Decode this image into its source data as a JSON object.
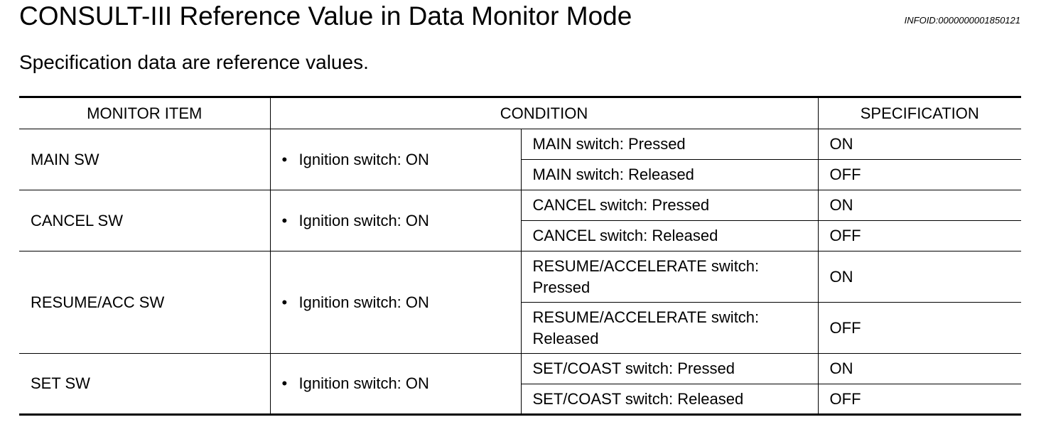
{
  "header": {
    "title": "CONSULT-III Reference Value in Data Monitor Mode",
    "infoid": "INFOID:0000000001850121",
    "subtitle": "Specification data are reference values."
  },
  "table": {
    "columns": {
      "monitor_item": "MONITOR ITEM",
      "condition": "CONDITION",
      "specification": "SPECIFICATION"
    },
    "groups": [
      {
        "monitor_item": "MAIN SW",
        "condition": "Ignition switch: ON",
        "rows": [
          {
            "sub_condition": "MAIN switch: Pressed",
            "specification": "ON"
          },
          {
            "sub_condition": "MAIN switch: Released",
            "specification": "OFF"
          }
        ]
      },
      {
        "monitor_item": "CANCEL SW",
        "condition": "Ignition switch: ON",
        "rows": [
          {
            "sub_condition": "CANCEL switch: Pressed",
            "specification": "ON"
          },
          {
            "sub_condition": "CANCEL switch: Released",
            "specification": "OFF"
          }
        ]
      },
      {
        "monitor_item": "RESUME/ACC SW",
        "condition": "Ignition switch: ON",
        "rows": [
          {
            "sub_condition": "RESUME/ACCELERATE switch: Pressed",
            "specification": "ON"
          },
          {
            "sub_condition": "RESUME/ACCELERATE switch: Released",
            "specification": "OFF"
          }
        ]
      },
      {
        "monitor_item": "SET SW",
        "condition": "Ignition switch: ON",
        "rows": [
          {
            "sub_condition": "SET/COAST switch: Pressed",
            "specification": "ON"
          },
          {
            "sub_condition": "SET/COAST switch: Released",
            "specification": "OFF"
          }
        ]
      }
    ]
  }
}
